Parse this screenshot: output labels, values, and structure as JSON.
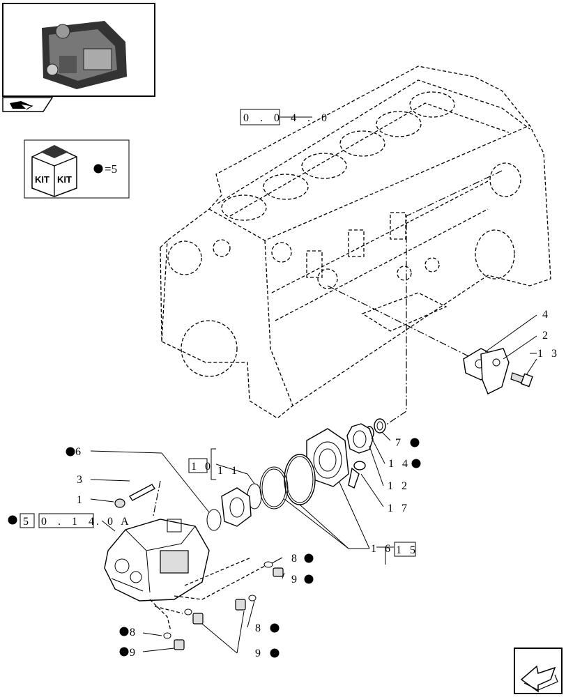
{
  "header": {
    "nav_arrow_icon": "open-book-arrow-icon"
  },
  "kit": {
    "badge_left": "KIT",
    "badge_right": "KIT",
    "equals_text": "=5"
  },
  "references": {
    "engine_block": "0 . 0 4 . 0",
    "engine_block_boxed": "0",
    "pump_ref_prefix": "5",
    "pump_ref_box": "0 . 1 4",
    "pump_ref_suffix": ". 0 A"
  },
  "callouts": [
    {
      "id": "4",
      "text": "4"
    },
    {
      "id": "2",
      "text": "2"
    },
    {
      "id": "13",
      "text": "1 3"
    },
    {
      "id": "7",
      "text": "7"
    },
    {
      "id": "14",
      "text": "1 4"
    },
    {
      "id": "12",
      "text": "1 2"
    },
    {
      "id": "17",
      "text": "1 7"
    },
    {
      "id": "10",
      "text": "1 0"
    },
    {
      "id": "11",
      "text": "1 1"
    },
    {
      "id": "6",
      "text": "6"
    },
    {
      "id": "3",
      "text": "3"
    },
    {
      "id": "1",
      "text": "1"
    },
    {
      "id": "16",
      "text": "1 6"
    },
    {
      "id": "15",
      "text": "1 5"
    },
    {
      "id": "8a",
      "text": "8"
    },
    {
      "id": "9a",
      "text": "9"
    },
    {
      "id": "8b",
      "text": "8"
    },
    {
      "id": "9b",
      "text": "9"
    },
    {
      "id": "8c",
      "text": "8"
    },
    {
      "id": "9c",
      "text": "9"
    }
  ],
  "footer": {
    "next_arrow_icon": "next-page-arrow-icon"
  }
}
